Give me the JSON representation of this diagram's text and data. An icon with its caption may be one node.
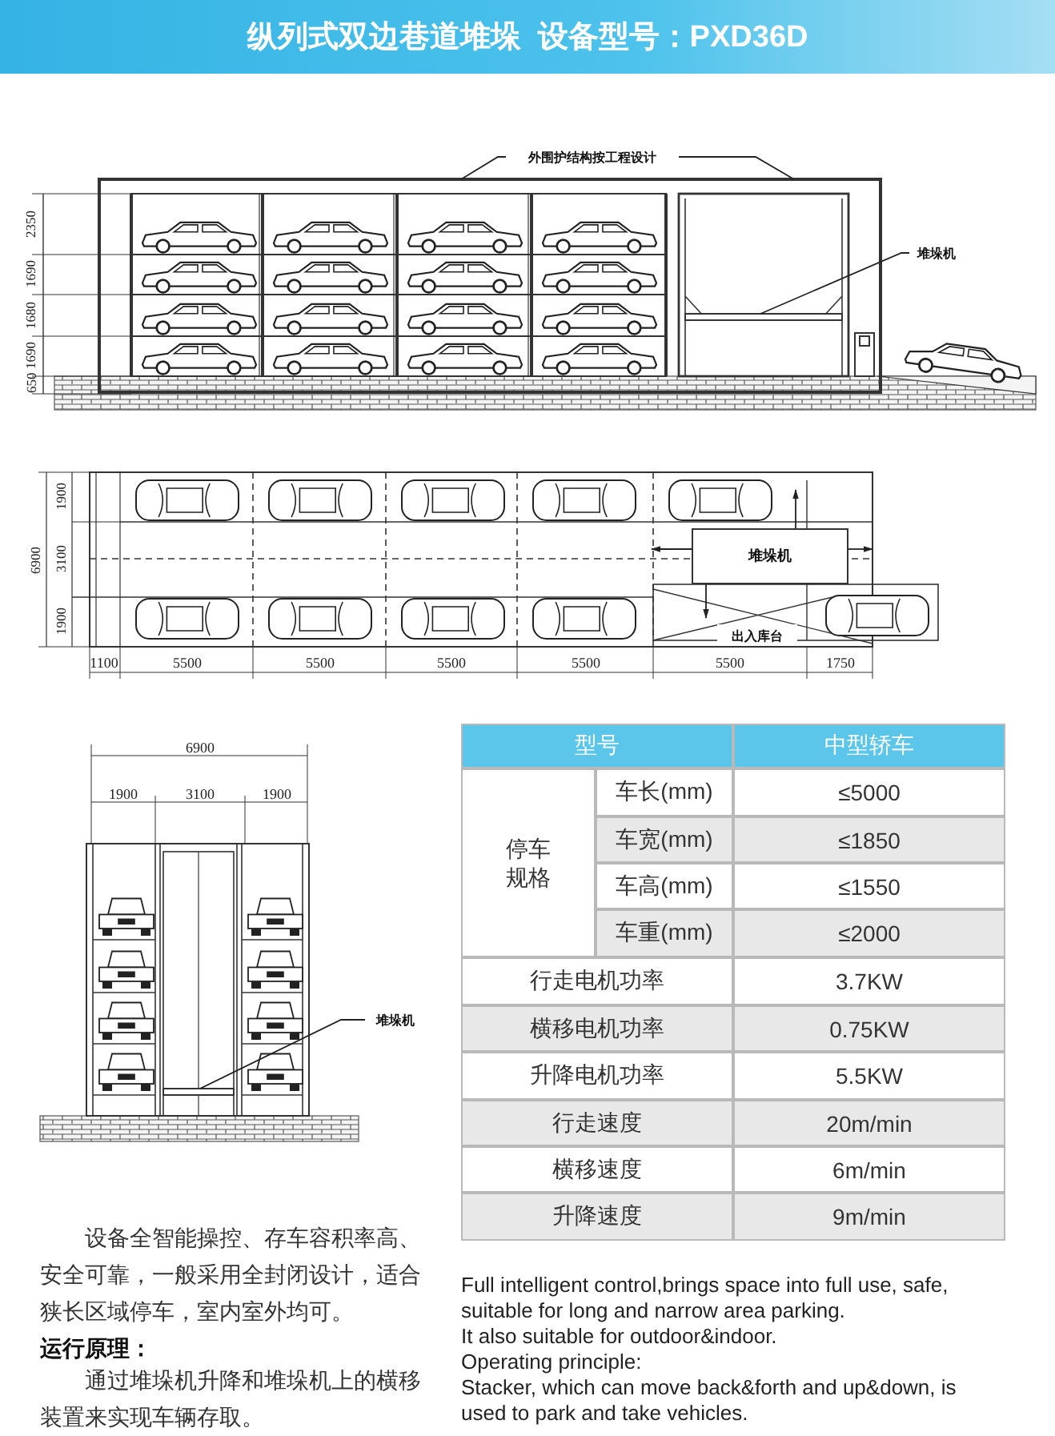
{
  "diagram": {
    "title": "纵列式双边巷道堆垛  设备型号：PXD36D",
    "nodes": [
      {
        "text": [
          "外围护结构按工程设计"
        ]
      },
      {
        "text": [],
        "shape": "box"
      },
      {
        "text": [
          "堆垛机"
        ]
      },
      {
        "text": [],
        "shape": "bar",
        "in": 1
      },
      {
        "text": [
          "堆垛机"
        ]
      },
      {
        "text": [
          "堆垛机"
        ]
      },
      {
        "text": [],
        "shape": "bar"
      }
    ],
    "edges": [
      {
        "from": 0,
        "to": 1,
        "arrow": "none"
      },
      {
        "from": 0,
        "to": 1,
        "arrow": "none"
      },
      {
        "from": 2,
        "to": 3,
        "arrow": "none"
      },
      {
        "from": 5,
        "to": 6,
        "arrow": "none"
      }
    ],
    "labels": [
      "2350",
      "1690",
      "1680",
      "1690",
      "650",
      "1900",
      "6900",
      "3100",
      "1900",
      "出入库台",
      "1100",
      "5500",
      "5500",
      "5500",
      "5500",
      "5500",
      "1750",
      "6900",
      "1900",
      "3100",
      "1900",
      "型号",
      "中型轿车",
      "停车规格",
      "车长(mm)",
      "≤5000",
      "车宽(mm)",
      "≤1850",
      "车高(mm)",
      "≤1550",
      "车重(mm)",
      "≤2000",
      "行走电机功率",
      "3.7KW",
      "横移电机功率",
      "0.75KW",
      "升降电机功率",
      "5.5KW",
      "行走速度",
      "20m/min",
      "横移速度",
      "6m/min",
      "升降速度",
      "9m/min",
      "设备全智能操控、存车容积率高、安全可靠，一般采用全封闭设计，适合狭长区域停车，室内室外均可。",
      "运行原理：",
      "通过堆垛机升降和堆垛机上的横移装置来实现车辆存取。",
      "Full intelligent control,brings space into full use, safe, suitable for long and narrow area parking.",
      "It also suitable for outdoor&indoor.",
      "Operating principle:",
      "Stacker, which can move back&forth and up&down, is used to park and take vehicles."
    ]
  }
}
